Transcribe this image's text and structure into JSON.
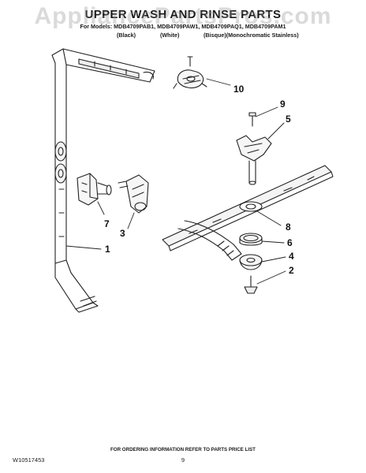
{
  "watermark": "AppliancePartsPros.com",
  "header": {
    "title": "UPPER WASH AND RINSE PARTS",
    "models": "For Models: MDB4709PAB1, MDB4709PAW1, MDB4709PAQ1, MDB4709PAM1",
    "colors": [
      "(Black)",
      "(White)",
      "(Bisque)(Monochromatic Stainless)"
    ]
  },
  "callouts": [
    {
      "id": "10",
      "label": "10"
    },
    {
      "id": "9",
      "label": "9"
    },
    {
      "id": "5",
      "label": "5"
    },
    {
      "id": "7",
      "label": "7"
    },
    {
      "id": "3",
      "label": "3"
    },
    {
      "id": "1",
      "label": "1"
    },
    {
      "id": "8",
      "label": "8"
    },
    {
      "id": "6",
      "label": "6"
    },
    {
      "id": "4",
      "label": "4"
    },
    {
      "id": "2",
      "label": "2"
    }
  ],
  "footer": {
    "doc_number": "W10517453",
    "ordering_note": "FOR ORDERING INFORMATION REFER TO PARTS PRICE LIST",
    "page_number": "9"
  },
  "colors": {
    "ink": "#1a1a1a",
    "background": "#ffffff",
    "watermark": "#969696"
  }
}
